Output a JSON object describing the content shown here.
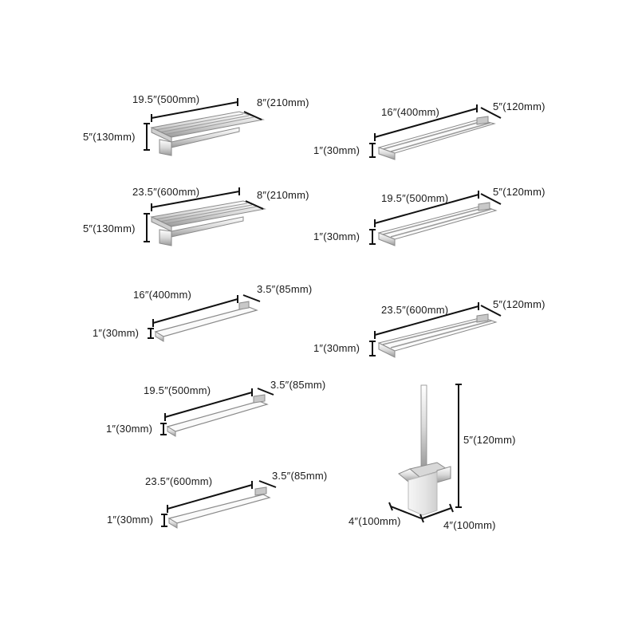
{
  "products": [
    {
      "name": "shelf-19-5",
      "length": "19.5″(500mm)",
      "depth": "8″(210mm)",
      "height": "5″(130mm)"
    },
    {
      "name": "shelf-23-5",
      "length": "23.5″(600mm)",
      "depth": "8″(210mm)",
      "height": "5″(130mm)"
    },
    {
      "name": "single-bar-16",
      "length": "16″(400mm)",
      "depth": "3.5″(85mm)",
      "height": "1″(30mm)"
    },
    {
      "name": "single-bar-19-5",
      "length": "19.5″(500mm)",
      "depth": "3.5″(85mm)",
      "height": "1″(30mm)"
    },
    {
      "name": "single-bar-23-5",
      "length": "23.5″(600mm)",
      "depth": "3.5″(85mm)",
      "height": "1″(30mm)"
    },
    {
      "name": "double-bar-16",
      "length": "16″(400mm)",
      "depth": "5″(120mm)",
      "height": "1″(30mm)"
    },
    {
      "name": "double-bar-19-5",
      "length": "19.5″(500mm)",
      "depth": "5″(120mm)",
      "height": "1″(30mm)"
    },
    {
      "name": "double-bar-23-5",
      "length": "23.5″(600mm)",
      "depth": "5″(120mm)",
      "height": "1″(30mm)"
    },
    {
      "name": "toilet-brush",
      "height": "5″(120mm)",
      "width": "4″(100mm)",
      "depth": "4″(100mm)"
    }
  ],
  "colors": {
    "dimension_line": "#111111",
    "chrome_light": "#f4f4f4",
    "chrome_edge": "#8a8a8a",
    "frosted_glass": "#eeeeee"
  }
}
